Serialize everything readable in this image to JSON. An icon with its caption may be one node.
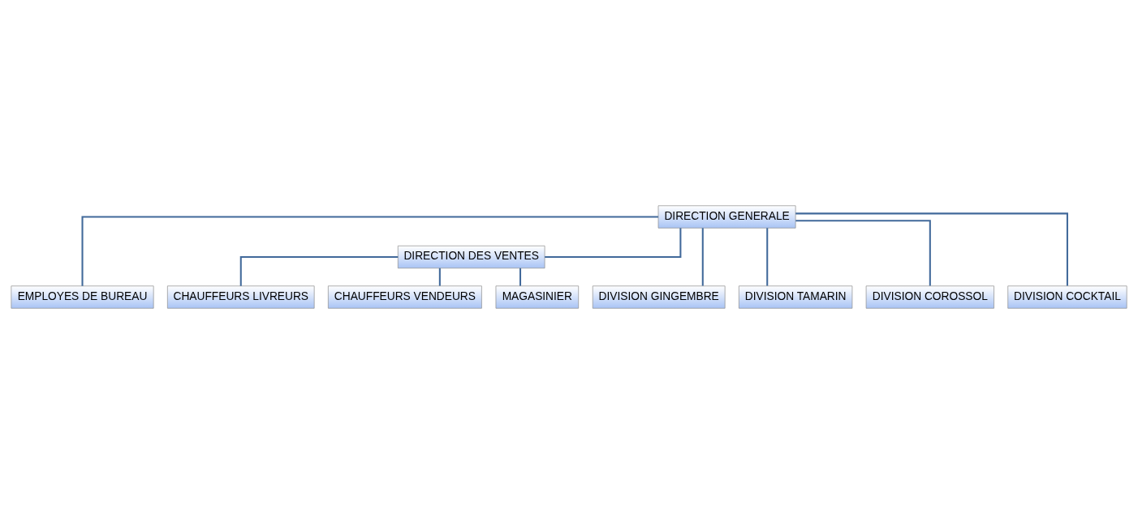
{
  "diagram": {
    "nodes": [
      {
        "text": [
          "DIRECTION GENERALE"
        ]
      },
      {
        "text": [
          "EMPLOYES DE BUREAU"
        ]
      },
      {
        "text": [
          "DIRECTION DES VENTES"
        ]
      },
      {
        "text": [
          "CHAUFFEURS LIVREURS"
        ]
      },
      {
        "text": [
          "CHAUFFEURS VENDEURS"
        ]
      },
      {
        "text": [
          "MAGASINIER"
        ]
      },
      {
        "text": [
          "DIVISION GINGEMBRE"
        ]
      },
      {
        "text": [
          "DIVISION TAMARIN"
        ]
      },
      {
        "text": [
          "DIVISION COROSSOL"
        ]
      },
      {
        "text": [
          "DIVISION COCKTAIL"
        ]
      }
    ],
    "edges": [
      {
        "from": 0,
        "to": 1,
        "arrow": "none"
      },
      {
        "from": 0,
        "to": 2,
        "arrow": "none"
      },
      {
        "from": 2,
        "to": 3,
        "arrow": "none"
      },
      {
        "from": 2,
        "to": 4,
        "arrow": "none"
      },
      {
        "from": 2,
        "to": 5,
        "arrow": "none"
      },
      {
        "from": 0,
        "to": 6,
        "arrow": "none"
      },
      {
        "from": 0,
        "to": 7,
        "arrow": "none"
      },
      {
        "from": 0,
        "to": 8,
        "arrow": "none"
      },
      {
        "from": 0,
        "to": 9,
        "arrow": "none"
      }
    ]
  }
}
